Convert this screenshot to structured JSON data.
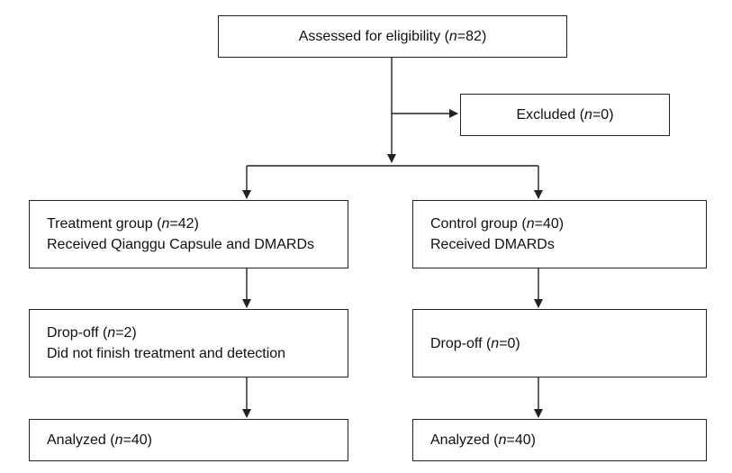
{
  "assessed": {
    "prefix": "Assessed for eligibility (",
    "n": "n",
    "suffix": "=82)"
  },
  "excluded": {
    "prefix": "Excluded (",
    "n": "n",
    "suffix": "=0)"
  },
  "treatment": {
    "line1": {
      "prefix": "Treatment group (",
      "n": "n",
      "suffix": "=42)"
    },
    "line2": "Received Qianggu Capsule and DMARDs"
  },
  "control": {
    "line1": {
      "prefix": "Control group (",
      "n": "n",
      "suffix": "=40)"
    },
    "line2": "Received DMARDs"
  },
  "treatment_dropoff": {
    "line1": {
      "prefix": "Drop-off (",
      "n": "n",
      "suffix": "=2)"
    },
    "line2": "Did not finish treatment and detection"
  },
  "control_dropoff": {
    "line1": {
      "prefix": "Drop-off (",
      "n": "n",
      "suffix": "=0)"
    }
  },
  "treatment_analyzed": {
    "prefix": "Analyzed (",
    "n": "n",
    "suffix": "=40)"
  },
  "control_analyzed": {
    "prefix": "Analyzed (",
    "n": "n",
    "suffix": "=40)"
  }
}
